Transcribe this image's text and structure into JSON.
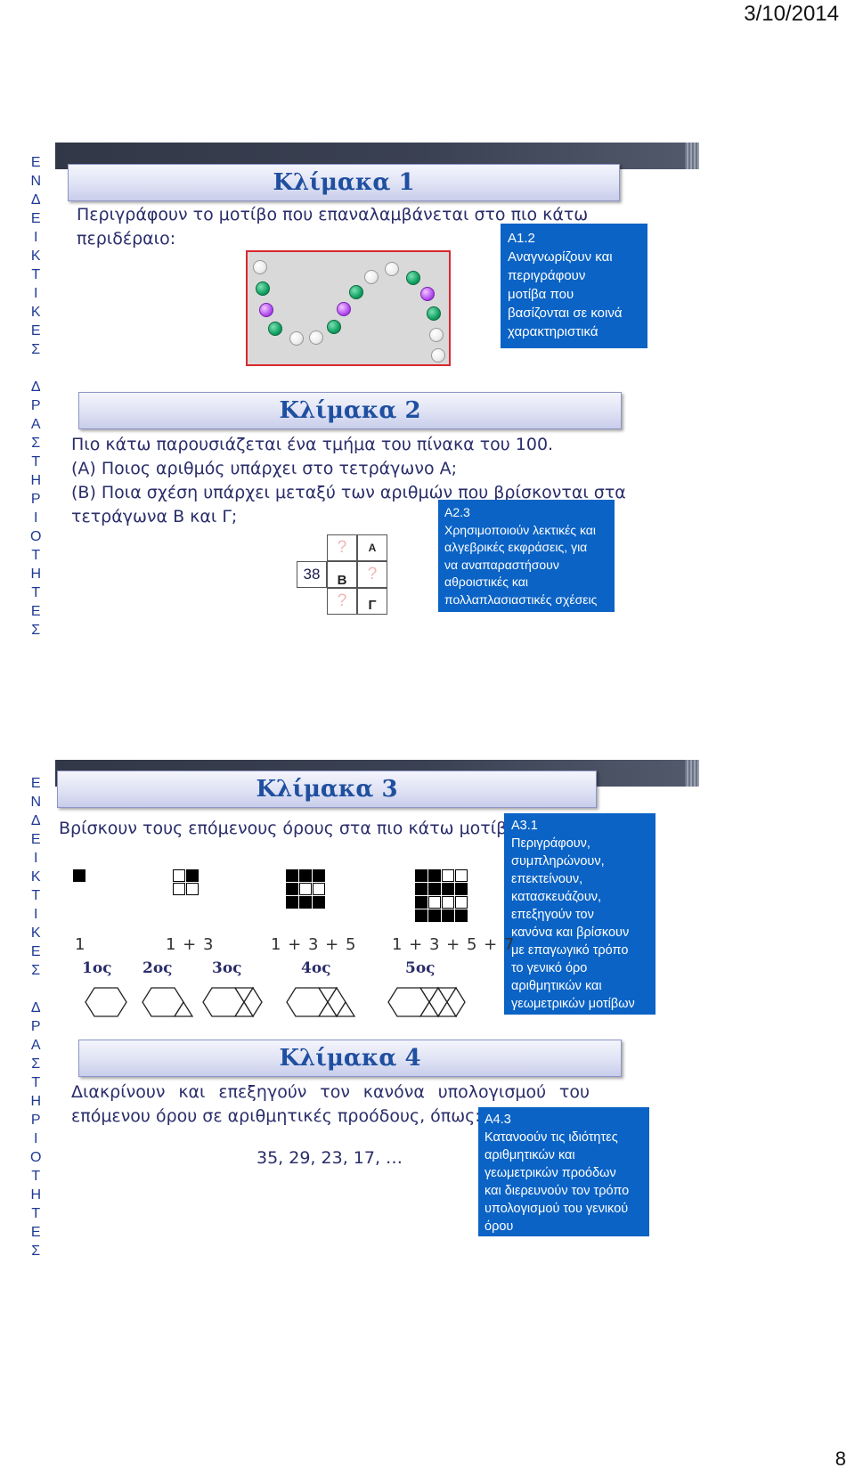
{
  "header": {
    "date": "3/10/2014"
  },
  "sidebar_letters": {
    "line1": [
      "Ε",
      "Ν",
      "Δ",
      "Ε",
      "Ι",
      "Κ",
      "Τ",
      "Ι",
      "Κ",
      "Ε",
      "Σ"
    ],
    "line2": [
      "Δ",
      "Ρ",
      "Α",
      "Σ",
      "Τ",
      "Η",
      "Ρ",
      "Ι",
      "Ο",
      "Τ",
      "Η",
      "Τ",
      "Ε",
      "Σ"
    ]
  },
  "slide1": {
    "k1": {
      "title": "Κλίμακα 1",
      "text1": "Περιγράφουν το μοτίβο που επαναλαμβάνεται στο πιο κάτω",
      "text2": "περιδέραιο:",
      "box": {
        "code": "Α1.2",
        "lines": [
          "Αναγνωρίζουν και",
          "περιγράφουν",
          "μοτίβα που",
          "βασίζονται σε κοινά",
          "χαρακτηριστικά"
        ]
      }
    },
    "k2": {
      "title": "Κλίμακα 2",
      "line1": "Πιο κάτω παρουσιάζεται ένα τμήμα του πίνακα του 100.",
      "line2": "(Α) Ποιος αριθμός υπάρχει στο τετράγωνο Α;",
      "line3": "(Β) Ποια σχέση υπάρχει μεταξύ των αριθμών που βρίσκονται στα",
      "line4": "τετράγωνα Β και Γ;",
      "grid": {
        "number": "38",
        "q": "?",
        "label_a": "Α",
        "label_b": "Β",
        "label_c": "Γ"
      },
      "box": {
        "code": "Α2.3",
        "lines": [
          "Χρησιμοποιούν λεκτικές και",
          "αλγεβρικές εκφράσεις, για",
          "να αναπαραστήσουν",
          "αθροιστικές και",
          "πολλαπλασιαστικές σχέσεις"
        ]
      }
    }
  },
  "slide2": {
    "k3": {
      "title": "Κλίμακα 3",
      "text": "Βρίσκουν τους επόμενους όρους στα πιο κάτω μοτίβα:",
      "sums": [
        "1",
        "1 + 3",
        "1 + 3 + 5",
        "1 + 3 + 5 + 7"
      ],
      "ordinals": [
        "1ος",
        "2ος",
        "3ος",
        "4ος",
        "5ος"
      ],
      "box": {
        "code": "Α3.1",
        "lines": [
          "Περιγράφουν,",
          "συμπληρώνουν,",
          "επεκτείνουν,",
          "κατασκευάζουν,",
          "επεξηγούν τον",
          "κανόνα και βρίσκουν",
          "με επαγωγικό τρόπο",
          "το γενικό όρο",
          "αριθμητικών και",
          "γεωμετρικών μοτίβων"
        ]
      }
    },
    "k4": {
      "title": "Κλίμακα 4",
      "line1": "Διακρίνουν και επεξηγούν τον κανόνα υπολογισμού του",
      "line2": "επόμενου όρου σε αριθμητικές προόδους, όπως:",
      "sequence": "35, 29, 23, 17, …",
      "box": {
        "code": "Α4.3",
        "lines": [
          "Κατανοούν τις ιδιότητες",
          "αριθμητικών και",
          "γεωμετρικών προόδων",
          "και διερευνούν τον τρόπο",
          "υπολογισμού του γενικού",
          "όρου"
        ]
      }
    }
  },
  "footer": {
    "page_number": "8"
  }
}
